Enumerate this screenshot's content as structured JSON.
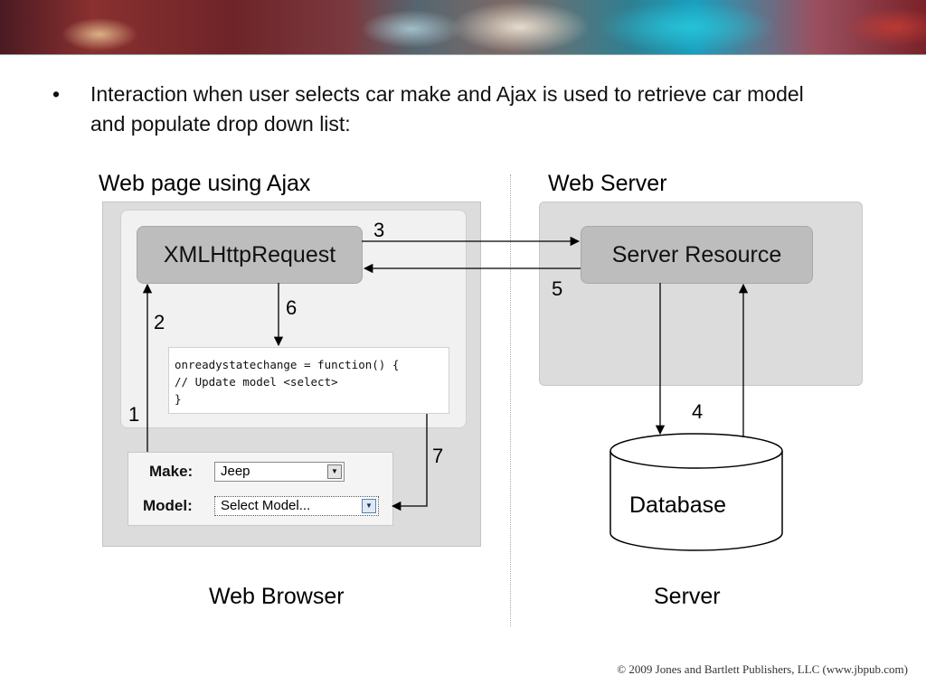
{
  "slide": {
    "bullet_symbol": "•",
    "bullet_text": "Interaction when user selects car make and Ajax is used to retrieve car model and populate drop down list:",
    "copyright": "© 2009 Jones and Bartlett Publishers, LLC (www.jbpub.com)"
  },
  "diagram": {
    "browser_section": {
      "heading": "Web page using Ajax",
      "caption": "Web Browser",
      "xhr_label": "XMLHttpRequest",
      "code_lines": [
        "onreadystatechange = function() {",
        "// Update model <select>",
        "}"
      ],
      "form": {
        "make_label": "Make:",
        "make_value": "Jeep",
        "model_label": "Model:",
        "model_value": "Select Model..."
      }
    },
    "server_section": {
      "heading": "Web Server",
      "caption": "Server",
      "resource_label": "Server Resource",
      "database_label": "Database"
    },
    "step_numbers": [
      "1",
      "2",
      "3",
      "4",
      "5",
      "6",
      "7"
    ]
  },
  "icons": {
    "dropdown_arrow": "chevron-down-icon"
  }
}
